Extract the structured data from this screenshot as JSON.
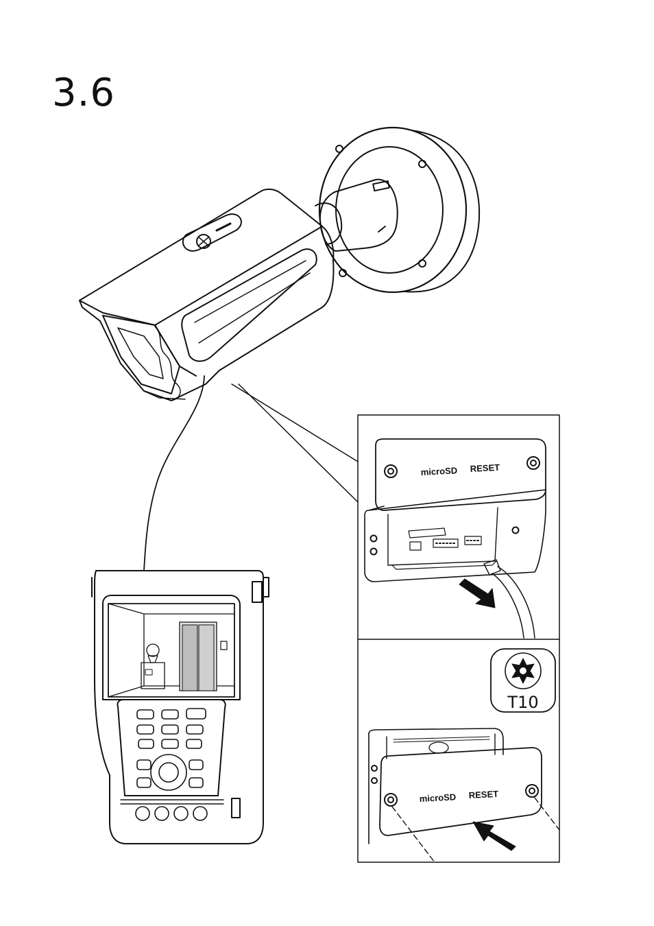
{
  "step": {
    "number": "3.6"
  },
  "panel_open": {
    "label_sd": "microSD",
    "label_reset": "RESET"
  },
  "panel_close": {
    "label_sd": "microSD",
    "label_reset": "RESET",
    "tool": {
      "icon": "torx-icon",
      "label": "T10"
    }
  },
  "colors": {
    "line": "#111111",
    "background": "#ffffff",
    "arrow": "#111111"
  }
}
